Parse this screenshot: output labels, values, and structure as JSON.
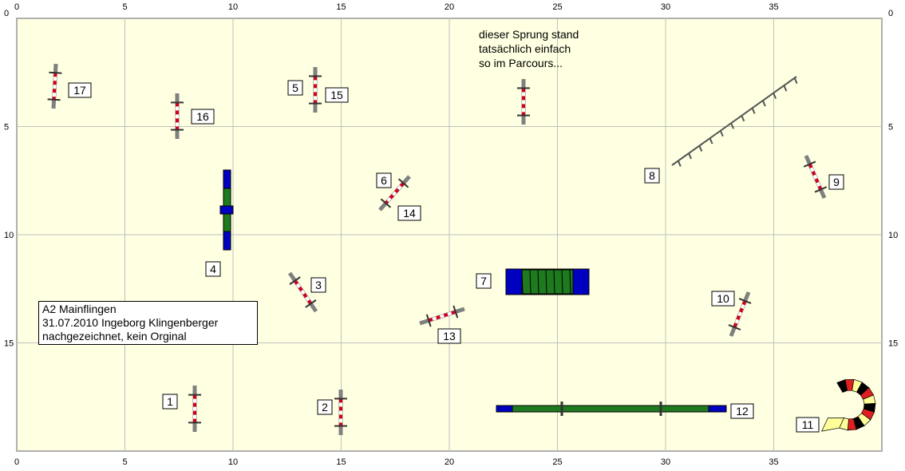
{
  "axis": {
    "x_ticks": [
      "0",
      "5",
      "10",
      "15",
      "20",
      "25",
      "30",
      "35"
    ],
    "y_ticks": [
      "0",
      "5",
      "10",
      "15"
    ]
  },
  "obstacle_numbers": {
    "n1": "1",
    "n2": "2",
    "n3": "3",
    "n4": "4",
    "n5": "5",
    "n6": "6",
    "n7": "7",
    "n8": "8",
    "n9": "9",
    "n10": "10",
    "n11": "11",
    "n12": "12",
    "n13": "13",
    "n14": "14",
    "n15": "15",
    "n16": "16",
    "n17": "17"
  },
  "info_box": {
    "line1": "A2 Mainflingen",
    "line2": "31.07.2010 Ingeborg Klingenberger",
    "line3": "nachgezeichnet, kein Orginal"
  },
  "note": {
    "line1": "dieser Sprung stand",
    "line2": "tatsächlich einfach",
    "line3": "so im Parcours..."
  },
  "colors": {
    "field": "#ffffe1",
    "grid": "#c0c0c0",
    "jump_pole": "#808080",
    "jump_red": "#d00020",
    "contact_blue": "#0000c0",
    "contact_green": "#1e7a1e",
    "tunnel_red": "#e02020",
    "tunnel_yellow": "#ffff99",
    "tunnel_black": "#000000"
  }
}
